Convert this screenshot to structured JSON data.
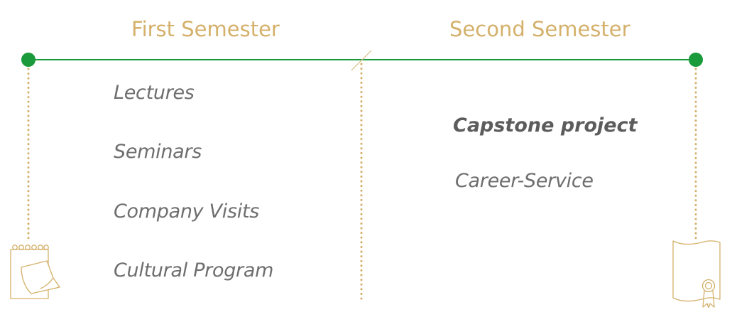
{
  "colors": {
    "accent_gold": "#d4b06a",
    "timeline_green": "#1a9a3a",
    "text_gray": "#6e6e6e"
  },
  "semesters": [
    {
      "title": "First Semester",
      "items": [
        "Lectures",
        "Seminars",
        "Company Visits",
        "Cultural Program"
      ],
      "icon": "notepad-icon"
    },
    {
      "title": "Second Semester",
      "items": [
        "Capstone project",
        "Career-Service"
      ],
      "icon": "certificate-icon"
    }
  ]
}
